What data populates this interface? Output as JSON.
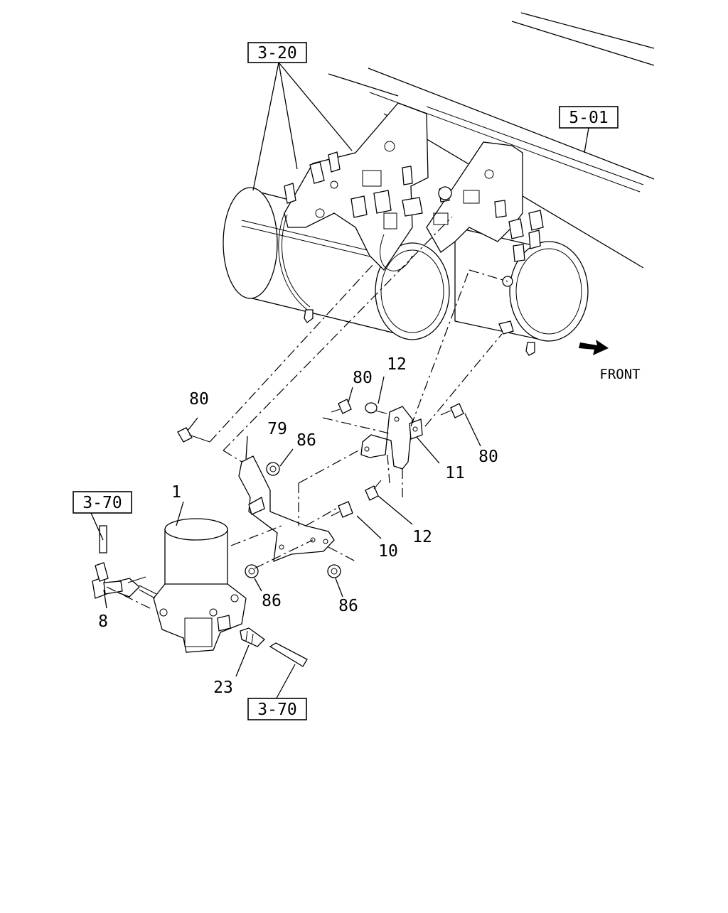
{
  "direction_label": "FRONT",
  "reference_boxes": {
    "ref_3_20": "3-20",
    "ref_5_01": "5-01",
    "ref_3_70_upper": "3-70",
    "ref_3_70_lower": "3-70"
  },
  "callouts": {
    "c1": "1",
    "c8": "8",
    "c10": "10",
    "c11": "11",
    "c12_top": "12",
    "c12_lower": "12",
    "c23": "23",
    "c79": "79",
    "c80_left": "80",
    "c80_mid": "80",
    "c80_right": "80",
    "c86_top": "86",
    "c86_left": "86",
    "c86_right": "86"
  }
}
